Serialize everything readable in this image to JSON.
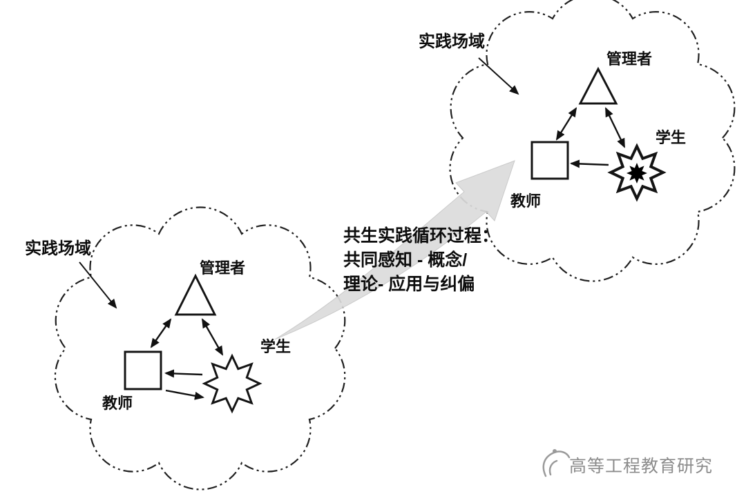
{
  "clouds": {
    "left": {
      "field_label": "实践场域",
      "manager_label": "管理者",
      "teacher_label": "教师",
      "student_label": "学生"
    },
    "right": {
      "field_label": "实践场域",
      "manager_label": "管理者",
      "teacher_label": "教师",
      "student_label": "学生"
    }
  },
  "shapes": {
    "manager": "triangle-icon",
    "teacher": "square-icon",
    "student": "eight-point-star-icon"
  },
  "process_note": {
    "line1": "共生实践循环过程：",
    "line2": "共同感知 - 概念/",
    "line3": "理论- 应用与纠偏"
  },
  "watermark": {
    "text": "高等工程教育研究"
  },
  "colors": {
    "ink": "#111111",
    "cloud_stroke": "#1f1f1f",
    "swoosh_fill": "#dcdcdc",
    "watermark_gray": "#8c8c8c"
  }
}
